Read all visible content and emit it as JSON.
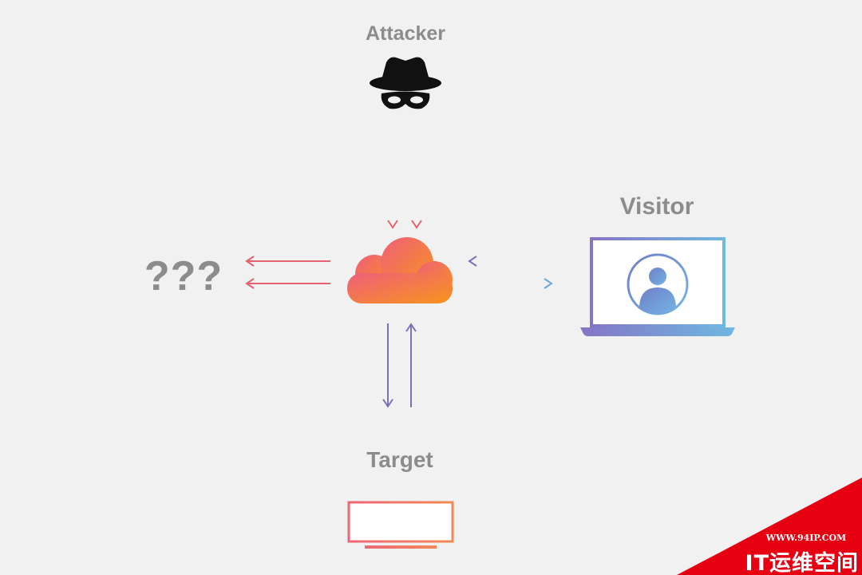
{
  "diagram": {
    "nodes": {
      "attacker": {
        "label": "Attacker",
        "icon": "spy-icon"
      },
      "visitor": {
        "label": "Visitor",
        "icon": "laptop-user-icon"
      },
      "target": {
        "label": "Target",
        "icon": "server-icon"
      },
      "unknown": {
        "label": "???"
      },
      "proxy": {
        "icon": "cloud-icon"
      }
    },
    "edges": [
      {
        "from": "attacker",
        "to": "proxy",
        "count": 2
      },
      {
        "from": "proxy",
        "to": "unknown",
        "count": 2
      },
      {
        "from": "visitor",
        "to": "proxy",
        "count": 1
      },
      {
        "from": "proxy",
        "to": "visitor",
        "count": 1
      },
      {
        "from": "proxy",
        "to": "target",
        "count": 1
      },
      {
        "from": "target",
        "to": "proxy",
        "count": 1
      }
    ],
    "colors": {
      "background": "#f2f1f1",
      "label": "#8c8c8c",
      "red_arrow": "#e4616d",
      "purple_arrow": "#7a72b8",
      "blue_arrow": "#6aaad8",
      "cloud_start": "#ef5f7a",
      "cloud_end": "#f7941d"
    }
  },
  "watermark": {
    "url": "WWW.94IP.COM",
    "brand": "IT运维空间",
    "color": "#e60012"
  }
}
